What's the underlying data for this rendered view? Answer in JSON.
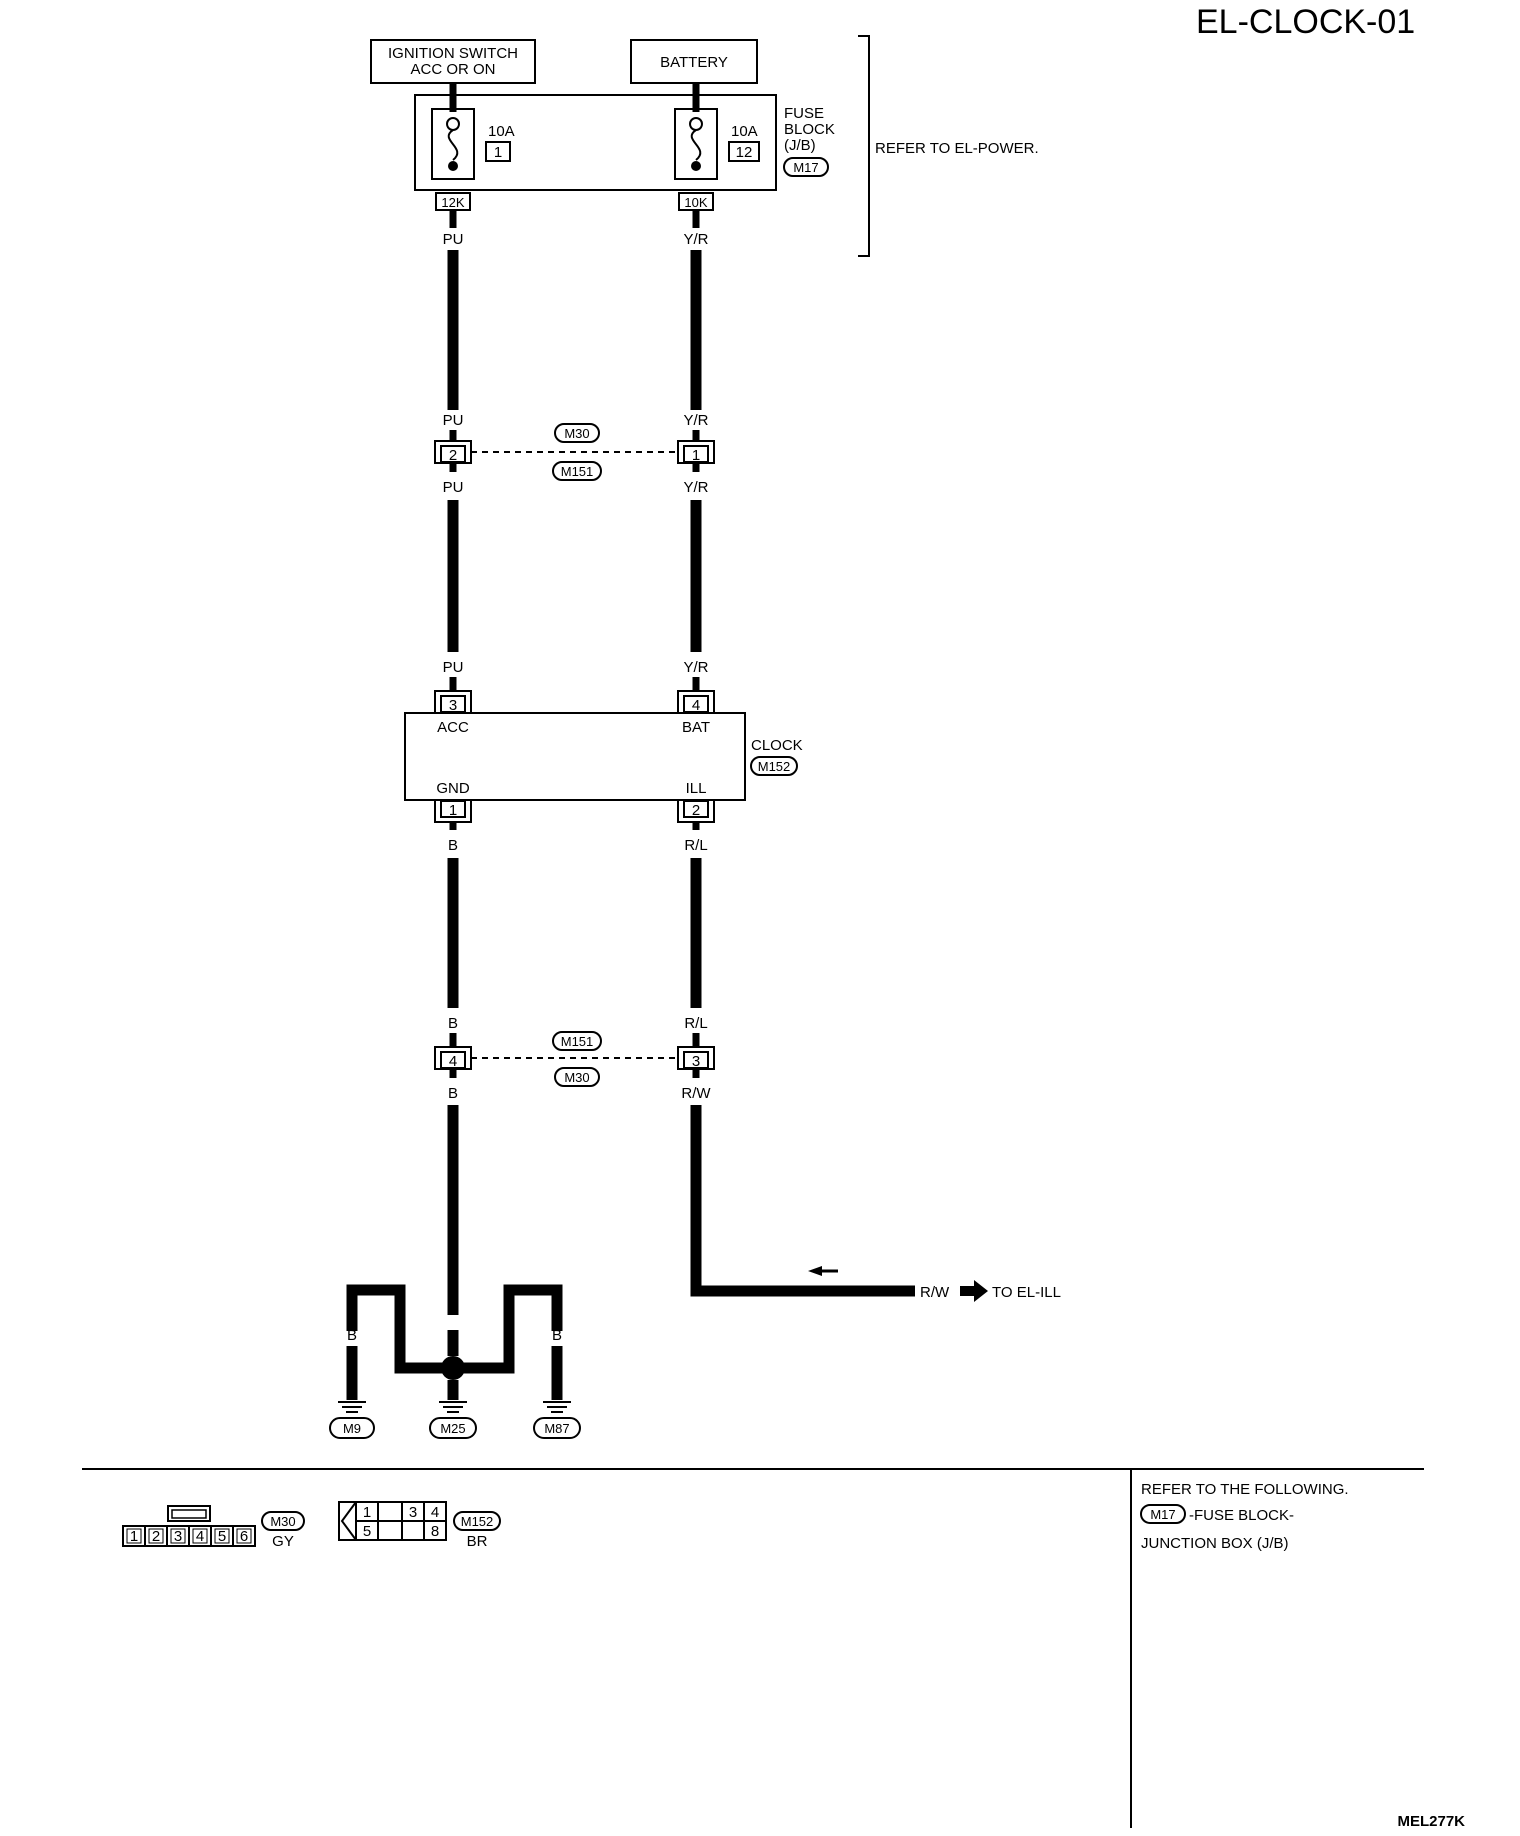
{
  "page_title": "EL-CLOCK-01",
  "figure_code": "MEL277K",
  "top_boxes": {
    "ignition_line1": "IGNITION SWITCH",
    "ignition_line2": "ACC OR ON",
    "battery": "BATTERY"
  },
  "fuse_block": {
    "label_line1": "FUSE",
    "label_line2": "BLOCK",
    "label_line3": "(J/B)",
    "connector": "M17",
    "fuse_left_rating": "10A",
    "fuse_left_number": "1",
    "fuse_right_rating": "10A",
    "fuse_right_number": "12",
    "terminal_left": "12K",
    "terminal_right": "10K",
    "refer_text": "REFER TO EL-POWER."
  },
  "wires": {
    "pu": "PU",
    "yr": "Y/R",
    "b": "B",
    "rl": "R/L",
    "rw": "R/W"
  },
  "junction_upper": {
    "top_connector": "M30",
    "bottom_connector": "M151",
    "left_pin": "2",
    "right_pin": "1"
  },
  "clock": {
    "label": "CLOCK",
    "connector": "M152",
    "pin_acc": "3",
    "pin_bat": "4",
    "pin_gnd": "1",
    "pin_ill": "2",
    "term_acc": "ACC",
    "term_bat": "BAT",
    "term_gnd": "GND",
    "term_ill": "ILL"
  },
  "junction_lower": {
    "top_connector": "M151",
    "bottom_connector": "M30",
    "left_pin": "4",
    "right_pin": "3"
  },
  "to_el_ill": "TO EL-ILL",
  "grounds": [
    "M9",
    "M25",
    "M87"
  ],
  "connector_views": {
    "m30_pins": [
      "1",
      "2",
      "3",
      "4",
      "5",
      "6"
    ],
    "m30_label": "M30",
    "m30_color": "GY",
    "m152_top_pins": [
      "1",
      "",
      "3",
      "4"
    ],
    "m152_bottom_pins": [
      "5",
      "",
      "",
      "8"
    ],
    "m152_label": "M152",
    "m152_color": "BR"
  },
  "refer_box": {
    "line1": "REFER TO THE FOLLOWING.",
    "connector": "M17",
    "line2": "-FUSE BLOCK-",
    "line3": "JUNCTION BOX (J/B)"
  }
}
